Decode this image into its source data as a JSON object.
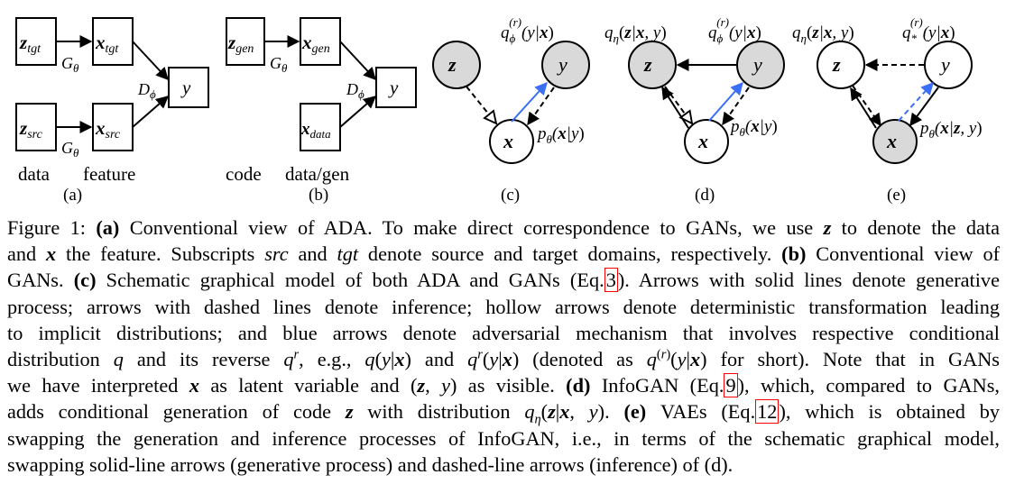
{
  "figure": {
    "panels": [
      {
        "id": "a",
        "label": "(a)",
        "captions": [
          "data",
          "feature"
        ]
      },
      {
        "id": "b",
        "label": "(b)",
        "captions": [
          "code",
          "data/gen"
        ]
      },
      {
        "id": "c",
        "label": "(c)"
      },
      {
        "id": "d",
        "label": "(d)"
      },
      {
        "id": "e",
        "label": "(e)"
      }
    ],
    "accent_color": "#3b6ff5",
    "node_fill_gray": "#d9d9d9"
  },
  "caption": {
    "figure_label": "Figure 1:",
    "a_tag": "(a)",
    "b_tag": "(b)",
    "c_tag": "(c)",
    "d_tag": "(d)",
    "e_tag": "(e)",
    "eq3": "3",
    "eq9": "9",
    "eq12": "12"
  }
}
